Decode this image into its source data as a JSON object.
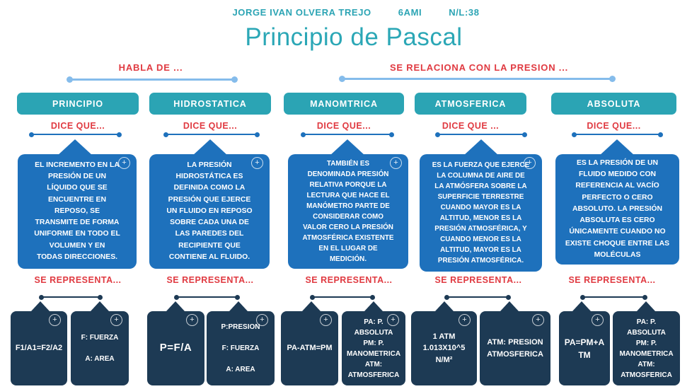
{
  "page": {
    "student_name": "JORGE IVAN OLVERA TREJO",
    "group": "6AMI",
    "list_number": "N/L:38",
    "title": "Principio de Pascal"
  },
  "branches": {
    "left": "HABLA DE ...",
    "right": "SE RELACIONA CON LA PRESION ..."
  },
  "colors": {
    "teal": "#2ba4b4",
    "red": "#e03a41",
    "blue": "#1e71bc",
    "navy": "#1d3a54",
    "light_blue_connector": "#85bceb",
    "text_on_dark": "#ffffff"
  },
  "icons": {
    "expand": "plus-circle-icon"
  },
  "columns": [
    {
      "title": "PRINCIPIO",
      "says_label": "DICE QUE...",
      "definition": "EL INCREMENTO EN LA\nPRESIÓN DE UN\nLÍQUIDO QUE SE\nENCUENTRE EN\nREPOSO, SE\nTRANSMITE DE FORMA\nUNIFORME EN TODO EL\nVOLUMEN Y EN\nTODAS DIRECCIONES.",
      "represents_label": "SE REPRESENTA...",
      "formula": "F1/A1=F2/A2",
      "legend": "F: FUERZA\n\nA: AREA"
    },
    {
      "title": "HIDROSTATICA",
      "says_label": "DICE QUE...",
      "definition": "LA PRESIÓN\nHIDROSTÁTICA ES\nDEFINIDA COMO LA\nPRESIÓN QUE EJERCE\nUN FLUIDO EN REPOSO\nSOBRE CADA UNA DE\nLAS PAREDES DEL\nRECIPIENTE QUE\nCONTIENE AL FLUIDO.",
      "represents_label": "SE REPRESENTA...",
      "formula": "P=F/A",
      "legend": "P:PRESION\n\nF: FUERZA\n\nA: AREA"
    },
    {
      "title": "MANOMTRICA",
      "says_label": "DICE QUE...",
      "definition": "TAMBIÉN ES\nDENOMINADA PRESIÓN\nRELATIVA PORQUE LA\nLECTURA QUE HACE EL\nMANÓMETRO PARTE DE\nCONSIDERAR COMO\nVALOR CERO LA PRESIÓN\nATMOSFÉRICA EXISTENTE\nEN EL LUGAR DE\nMEDICIÓN.",
      "represents_label": "SE REPRESENTA...",
      "formula": "PA-ATM=PM",
      "legend": "PA: P. ABSOLUTA\nPM: P.\nMANOMETRICA\nATM:\nATMOSFERICA"
    },
    {
      "title": "ATMOSFERICA",
      "says_label": "DICE QUE ...",
      "definition": "ES LA FUERZA QUE EJERCE\nLA COLUMNA DE AIRE DE\nLA ATMÓSFERA SOBRE LA\nSUPERFICIE TERRESTRE\nCUANDO MAYOR ES LA\nALTITUD, MENOR ES LA\nPRESIÓN ATMOSFÉRICA, Y\nCUANDO MENOR ES LA\nALTITUD, MAYOR ES LA\nPRESIÓN ATMOSFÉRICA.",
      "represents_label": "SE REPRESENTA...",
      "formula": "1 ATM\n1.013X10^5 N/M²",
      "legend": "ATM: PRESION\nATMOSFERICA"
    },
    {
      "title": "ABSOLUTA",
      "says_label": "DICE QUE...",
      "definition": "ES LA PRESIÓN DE UN\nFLUIDO MEDIDO CON\nREFERENCIA AL VACÍO\nPERFECTO O CERO\nABSOLUTO. LA PRESIÓN\nABSOLUTA ES CERO\nÚNICAMENTE CUANDO NO\nEXISTE CHOQUE ENTRE LAS\nMOLÉCULAS",
      "represents_label": "SE REPRESENTA...",
      "formula": "PA=PM+ATM",
      "legend": "PA: P. ABSOLUTA\nPM: P.\nMANOMETRICA\nATM:\nATMOSFERICA"
    }
  ]
}
